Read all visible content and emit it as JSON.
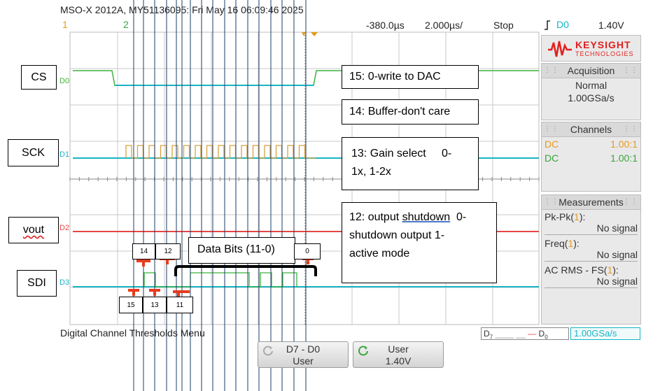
{
  "header": {
    "model": "MSO-X 2012A, MY51136095: Fri May 16 06:09:46 2025",
    "ch1_num": "1",
    "ch2_num": "2",
    "trigger_time": "-380.0µs",
    "time_per_div": "2.000µs/",
    "run_state": "Stop",
    "trigger_icon": "trigger-edge-icon",
    "trigger_source": "D0",
    "trigger_level": "1.40V"
  },
  "colors": {
    "ch1": "#e69a1e",
    "ch2": "#3ba53b",
    "d_green": "#3cb43c",
    "d_cyan": "#18b4c4",
    "d_orange": "#d9a040",
    "d_red": "#e64646",
    "marker": "#e63c1e",
    "keysight_red": "#e0201e",
    "grid_line": "#1e3c64"
  },
  "brand": {
    "name": "KEYSIGHT",
    "sub": "TECHNOLOGIES",
    "logo_icon": "keysight-wave-icon"
  },
  "acquisition": {
    "title": "Acquisition",
    "mode": "Normal",
    "rate": "1.00GSa/s"
  },
  "channels": {
    "title": "Channels",
    "rows": [
      {
        "coupling": "DC",
        "probe": "1.00:1"
      },
      {
        "coupling": "DC",
        "probe": "1.00:1"
      }
    ]
  },
  "measurements": {
    "title": "Measurements",
    "items": [
      {
        "name": "Pk-Pk",
        "src": "1",
        "value": "No signal"
      },
      {
        "name": "Freq",
        "src": "1",
        "value": "No signal"
      },
      {
        "name": "AC RMS - FS",
        "src": "1",
        "value": "No signal"
      }
    ]
  },
  "channel_markers": {
    "d0": "D0",
    "d1": "D1",
    "d2": "D2",
    "d3": "D3"
  },
  "signal_labels": {
    "cs": "CS",
    "sck": "SCK",
    "vout": "vout",
    "sdi": "SDI"
  },
  "annotations": {
    "bit15": "15: 0-write to DAC",
    "bit14": "14: Buffer-don't care",
    "bit13_line1": "13: Gain select     0-",
    "bit13_line2": "1x, 1-2x",
    "bit12_line1_a": "12: output ",
    "bit12_line1_b": "shutdown",
    "bit12_line1_c": "  0-",
    "bit12_line2": "shutdown output  1-",
    "bit12_line3": "active mode",
    "data_bits": "Data Bits (11-0)"
  },
  "bit_tags": {
    "t14": "14",
    "t12": "12",
    "t0": "0",
    "t15": "15",
    "t13": "13",
    "t11": "11"
  },
  "footer": {
    "menu_title": "Digital Channel Thresholds Menu",
    "status_left_a": "D",
    "status_left_a_sub": "7",
    "status_dash": "____ __",
    "status_left_b": "D",
    "status_left_b_sub": "0",
    "status_rate": "1.00GSa/s",
    "btn1_line1": "D7 - D0",
    "btn1_line2": "User",
    "btn1_icon": "refresh-icon",
    "btn2_line1": "User",
    "btn2_line2": "1.40V",
    "btn2_icon": "refresh-icon"
  }
}
